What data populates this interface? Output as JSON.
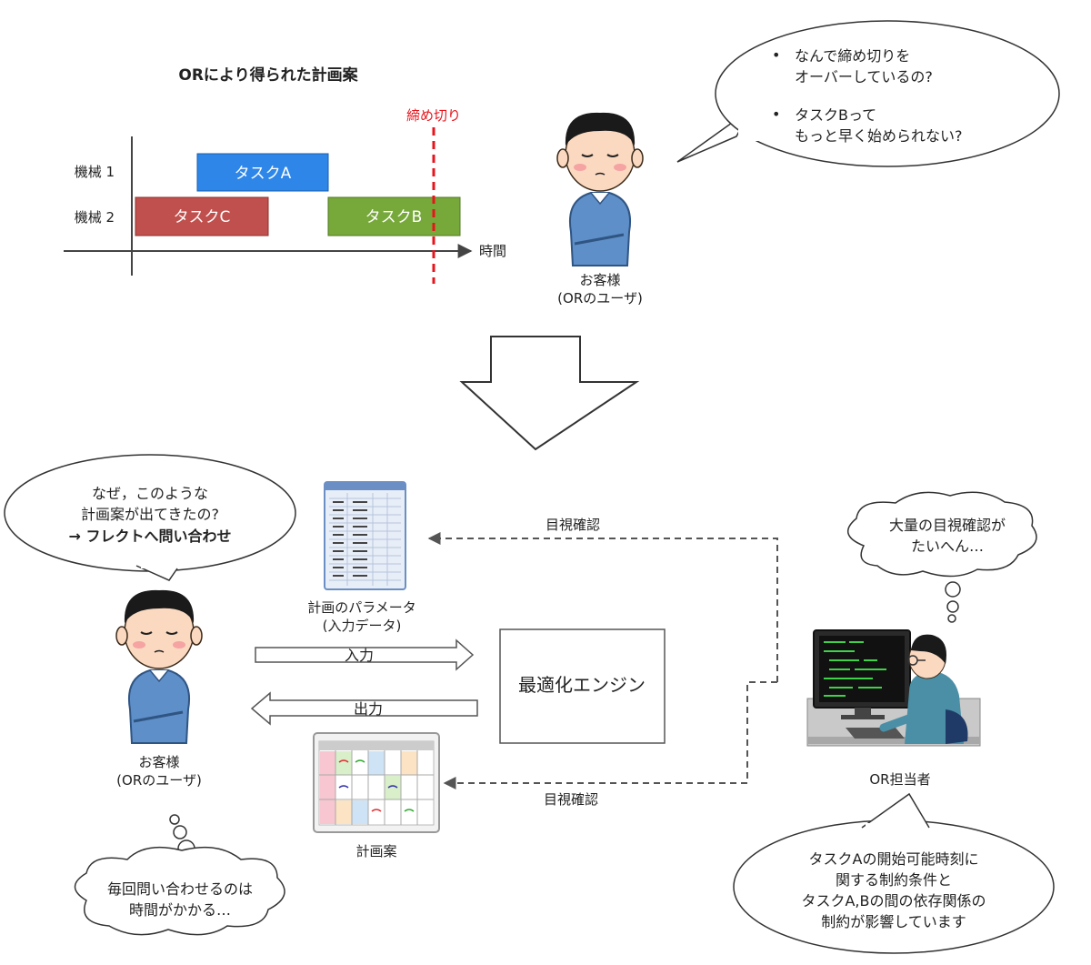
{
  "gantt": {
    "title": "ORにより得られた計画案",
    "deadline_label": "締め切り",
    "machines": [
      "機械 1",
      "機械 2"
    ],
    "time_axis_label": "時間",
    "tasks": [
      {
        "name": "タスクA",
        "machine": "機械 1",
        "color": "#2e86e8"
      },
      {
        "name": "タスクC",
        "machine": "機械 2",
        "color": "#c0504d"
      },
      {
        "name": "タスクB",
        "machine": "機械 2",
        "color": "#77a83a"
      }
    ],
    "deadline_color": "#e8141c"
  },
  "customer_top": {
    "label_line1": "お客様",
    "label_line2": "(ORのユーザ)",
    "bubble_lines": [
      "なんで締め切りを",
      "オーバーしているの?",
      "タスクBって",
      "もっと早く始められない?"
    ]
  },
  "customer_bottom": {
    "label_line1": "お客様",
    "label_line2": "(ORのユーザ)",
    "bubble_line1": "なぜ，このような",
    "bubble_line2": "計画案が出てきたの?",
    "bubble_line3": "→ フレクトへ問い合わせ",
    "thought_line1": "毎回問い合わせるのは",
    "thought_line2": "時間がかかる…"
  },
  "engine": {
    "label": "最適化エンジン",
    "input_arrow_label": "入力",
    "output_arrow_label": "出力"
  },
  "params_doc": {
    "label_line1": "計画のパラメータ",
    "label_line2": "(入力データ)"
  },
  "plan_doc": {
    "label": "計画案"
  },
  "operator": {
    "label": "OR担当者",
    "thought_line1": "大量の目視確認が",
    "thought_line2": "たいへん…",
    "bubble_lines": [
      "タスクAの開始可能時刻に",
      "関する制約条件と",
      "タスクA,Bの間の依存関係の",
      "制約が影響しています"
    ]
  },
  "visual_check_label_top": "目視確認",
  "visual_check_label_bottom": "目視確認"
}
